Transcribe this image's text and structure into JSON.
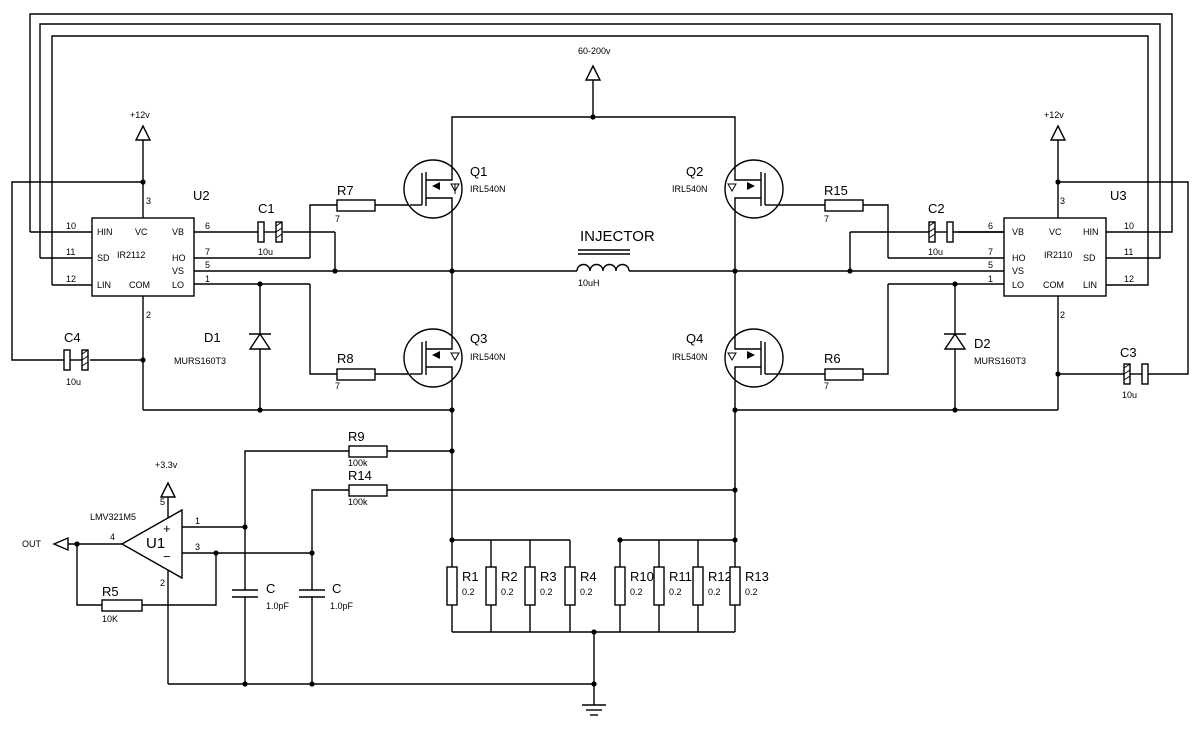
{
  "supply": {
    "main": "60-200v",
    "u2_vcc": "+12v",
    "u3_vcc": "+12v",
    "opamp_vcc": "+3.3v"
  },
  "U2": {
    "ref": "U2",
    "part": "IR2112",
    "pins": {
      "HIN": "HIN",
      "SD": "SD",
      "LIN": "LIN",
      "VC": "VC",
      "VB": "VB",
      "HO": "HO",
      "VS": "VS",
      "LO": "LO",
      "COM": "COM"
    },
    "pinnums": {
      "hin": "10",
      "sd": "11",
      "lin": "12",
      "vc": "3",
      "vb": "6",
      "ho": "7",
      "vs": "5",
      "lo": "1",
      "com": "2"
    }
  },
  "U3": {
    "ref": "U3",
    "part": "IR2110",
    "pins": {
      "HIN": "HIN",
      "SD": "SD",
      "LIN": "LIN",
      "VC": "VC",
      "VB": "VB",
      "HO": "HO",
      "VS": "VS",
      "LO": "LO",
      "COM": "COM"
    },
    "pinnums": {
      "hin": "10",
      "sd": "11",
      "lin": "12",
      "vc": "3",
      "vb": "6",
      "ho": "7",
      "vs": "5",
      "lo": "1",
      "com": "2"
    }
  },
  "Q1": {
    "ref": "Q1",
    "part": "IRL540N"
  },
  "Q2": {
    "ref": "Q2",
    "part": "IRL540N"
  },
  "Q3": {
    "ref": "Q3",
    "part": "IRL540N"
  },
  "Q4": {
    "ref": "Q4",
    "part": "IRL540N"
  },
  "C1": {
    "ref": "C1",
    "value": "10u"
  },
  "C2": {
    "ref": "C2",
    "value": "10u"
  },
  "C3": {
    "ref": "C3",
    "value": "10u"
  },
  "C4": {
    "ref": "C4",
    "value": "10u"
  },
  "D1": {
    "ref": "D1",
    "part": "MURS160T3"
  },
  "D2": {
    "ref": "D2",
    "part": "MURS160T3"
  },
  "R7": {
    "ref": "R7",
    "value": "7"
  },
  "R8": {
    "ref": "R8",
    "value": "7"
  },
  "R15": {
    "ref": "R15",
    "value": "7"
  },
  "R6": {
    "ref": "R6",
    "value": "7"
  },
  "R9": {
    "ref": "R9",
    "value": "100k"
  },
  "R14": {
    "ref": "R14",
    "value": "100k"
  },
  "R5": {
    "ref": "R5",
    "value": "10K"
  },
  "injector": {
    "ref": "INJECTOR",
    "value": "10uH"
  },
  "U1": {
    "ref": "U1",
    "part": "LMV321M5",
    "pin_out": "4",
    "pin_inp": "1",
    "pin_inn": "3",
    "pin_v": "5",
    "pin_g": "2",
    "plus": "+",
    "minus": "−"
  },
  "out_label": "OUT",
  "cap_a": {
    "ref": "C",
    "value": "1.0pF"
  },
  "cap_b": {
    "ref": "C",
    "value": "1.0pF"
  },
  "shunts": [
    {
      "ref": "R1",
      "value": "0.2"
    },
    {
      "ref": "R2",
      "value": "0.2"
    },
    {
      "ref": "R3",
      "value": "0.2"
    },
    {
      "ref": "R4",
      "value": "0.2"
    },
    {
      "ref": "R10",
      "value": "0.2"
    },
    {
      "ref": "R11",
      "value": "0.2"
    },
    {
      "ref": "R12",
      "value": "0.2"
    },
    {
      "ref": "R13",
      "value": "0.2"
    }
  ]
}
